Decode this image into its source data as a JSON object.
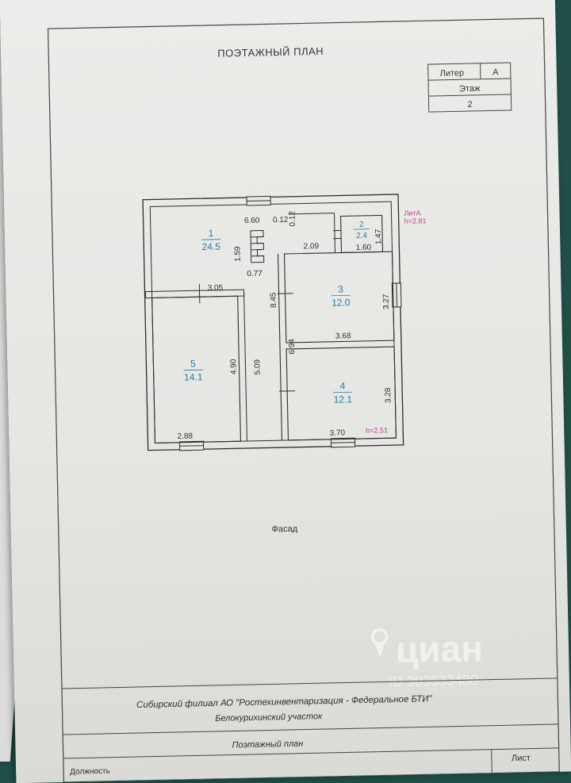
{
  "document": {
    "title": "ПОЭТАЖНЫЙ ПЛАН",
    "facade_label": "Фасад",
    "stamp": {
      "liter_label": "Литер",
      "liter_value": "А",
      "floor_label": "Этаж",
      "floor_value": "2"
    },
    "height_note_line1": "ЛитА",
    "height_note_line2": "h=2.81",
    "height_note_room4": "h=2.51",
    "footer": {
      "organization": "Сибирский филиал АО \"Ростехинвентаризация - Федеральное БТИ\"",
      "office": "Белокурихинский участок",
      "plan_name": "Поэтажный план",
      "sheet_label": "Лист",
      "position_label": "Должность"
    },
    "watermark": {
      "brand": "циан",
      "id": "ID 303533480"
    }
  },
  "floor_plan": {
    "rooms": [
      {
        "number": "1",
        "area": "24.5"
      },
      {
        "number": "2",
        "area": "2.4"
      },
      {
        "number": "3",
        "area": "12.0"
      },
      {
        "number": "4",
        "area": "12.1"
      },
      {
        "number": "5",
        "area": "14.1"
      }
    ],
    "dimensions": {
      "d660": "6.60",
      "d012a": "0.12",
      "d012b": "0.12",
      "d209": "2.09",
      "d147": "1.47",
      "d160": "1.60",
      "d159": "1.59",
      "d077": "0.77",
      "d305": "3.05",
      "d845": "8.45",
      "d327": "3.27",
      "d368": "3.68",
      "d490": "4.90",
      "d509": "5.09",
      "d694": "6.94",
      "d328": "3.28",
      "d288": "2.88",
      "d370": "3.70"
    }
  },
  "colors": {
    "ink": "#2d2d2d",
    "room_label": "#1f7fa8",
    "height_note": "#c23a8a",
    "paper": "#e8e8e5",
    "background": "#1f4f47"
  }
}
